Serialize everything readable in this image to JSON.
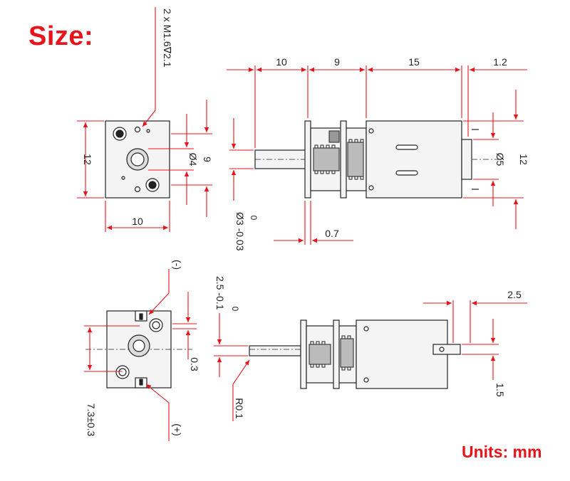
{
  "header": {
    "title": "Size:"
  },
  "footer": {
    "units": "Units: mm"
  },
  "top_end_view": {
    "screw_note": "2 x M1.6∇2.1",
    "width": "10",
    "height": "12",
    "shaft_pitch": "9",
    "bore_diameter": "Ø4"
  },
  "top_side_view": {
    "dims": [
      "10",
      "9",
      "15",
      "1.2"
    ],
    "flange_thickness": "0.7",
    "shaft_diameter": "Ø3 -0.03",
    "shaft_tol_upper": "0",
    "boss_diameter": "Ø5",
    "body_height": "12"
  },
  "bottom_end_view": {
    "neg_terminal": "(-)",
    "pos_terminal": "(+)",
    "offset": "0.3",
    "height": "7.3±0.3"
  },
  "bottom_side_view": {
    "flat_depth": "2.5 -0.1",
    "flat_tol_upper": "0",
    "radius": "R0.1",
    "terminal_width": "2.5",
    "terminal_thickness": "1.5"
  },
  "colors": {
    "dimension": "#e8141c",
    "outline": "#222222",
    "fill": "#f4f4f4"
  }
}
